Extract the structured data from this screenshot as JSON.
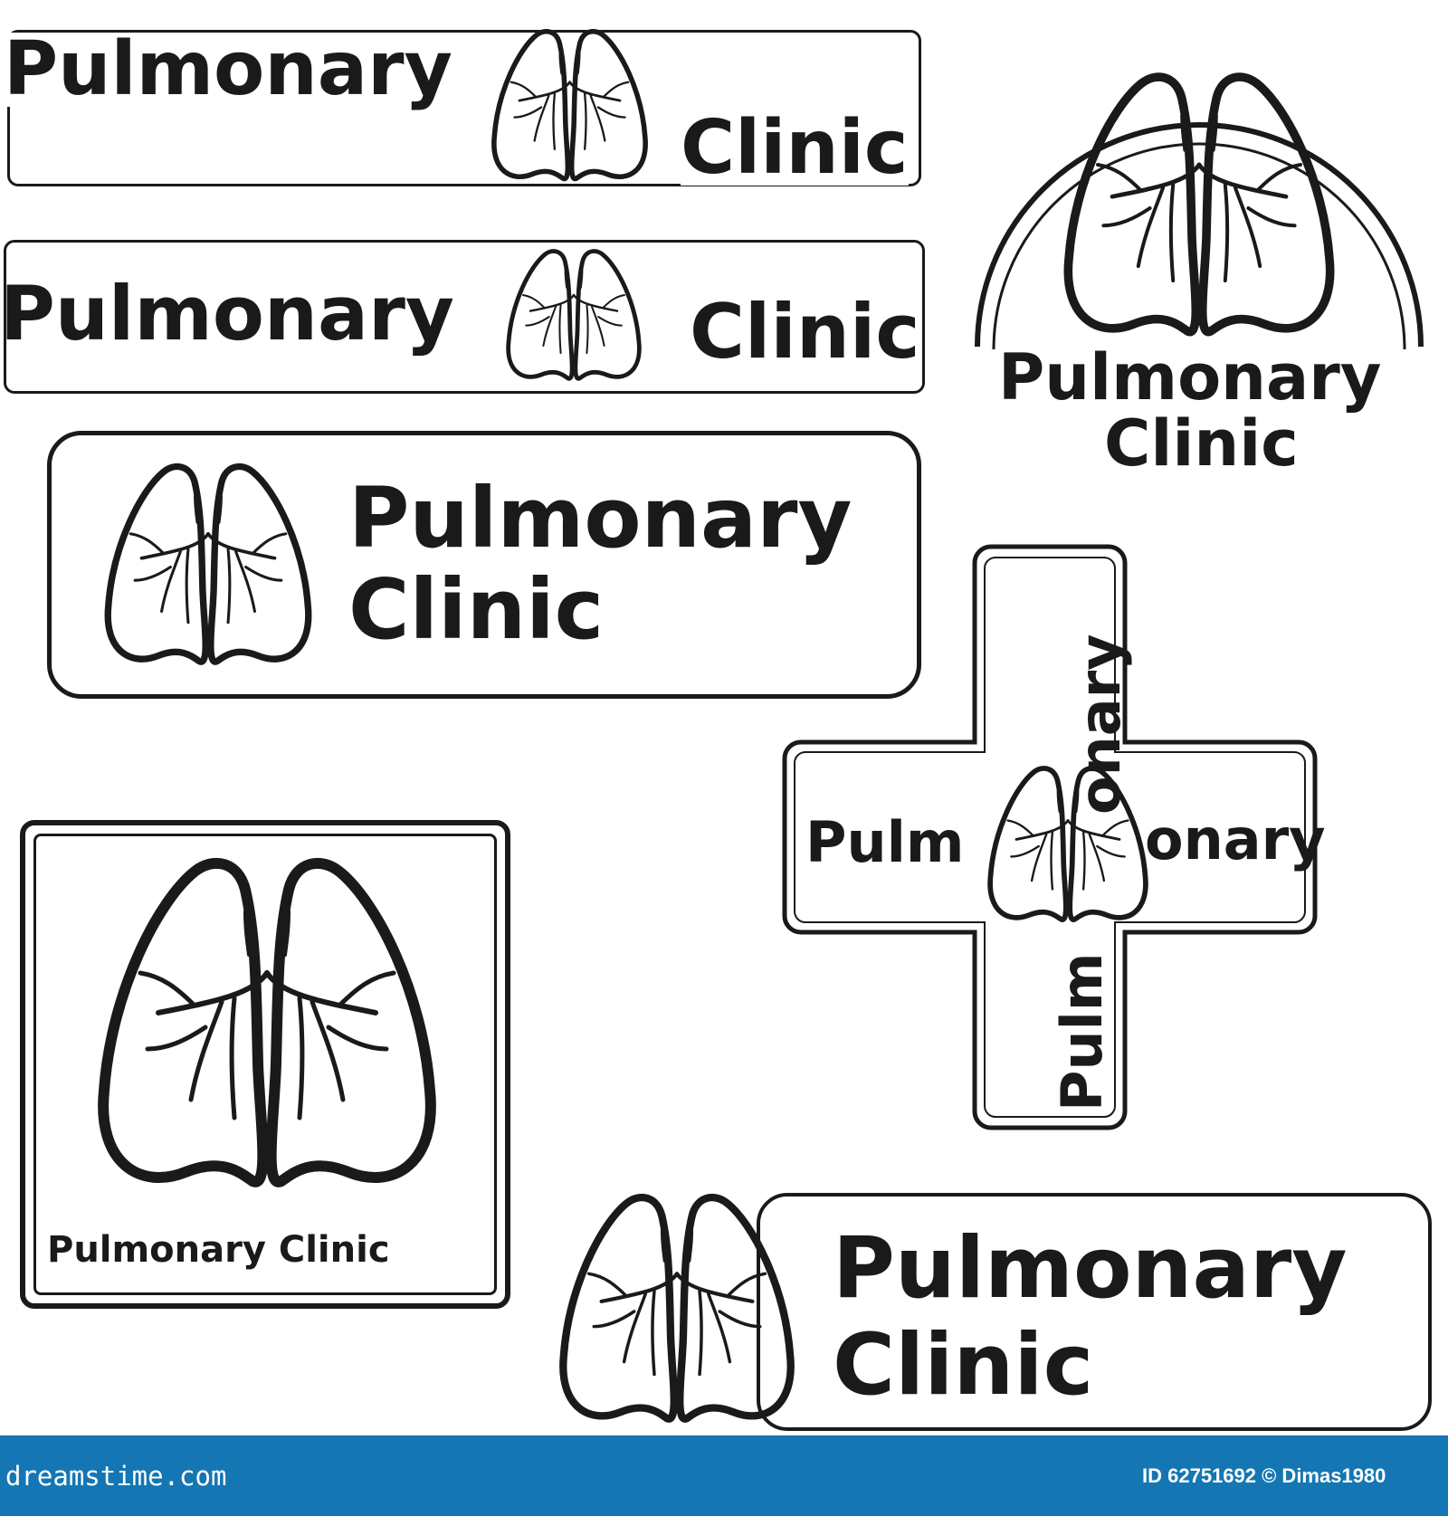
{
  "logos": {
    "logo1": {
      "word1": "Pulmonary",
      "word2": "Clinic"
    },
    "logo2": {
      "word1": "Pulmonary",
      "word2": "Clinic"
    },
    "logo3": {
      "word1": "Pulmonary",
      "word2": "Clinic"
    },
    "logo4": {
      "word1": "Pulmonary",
      "word2": "Clinic"
    },
    "logo5": {
      "text": "Pulmonary Clinic"
    },
    "logo6": {
      "left": "Pulm",
      "right": "onary",
      "top": "onary",
      "bottom": "Pulm"
    },
    "logo7": {
      "word1": "Pulmonary",
      "word2": "Clinic"
    }
  },
  "footer": {
    "brand": "dreamstime.com",
    "id_text": "ID 62751692 © Dimas1980",
    "color": "#1477b3"
  },
  "colors": {
    "ink": "#1a1a1a",
    "paper": "#ffffff"
  },
  "icons": [
    "lungs-icon"
  ]
}
